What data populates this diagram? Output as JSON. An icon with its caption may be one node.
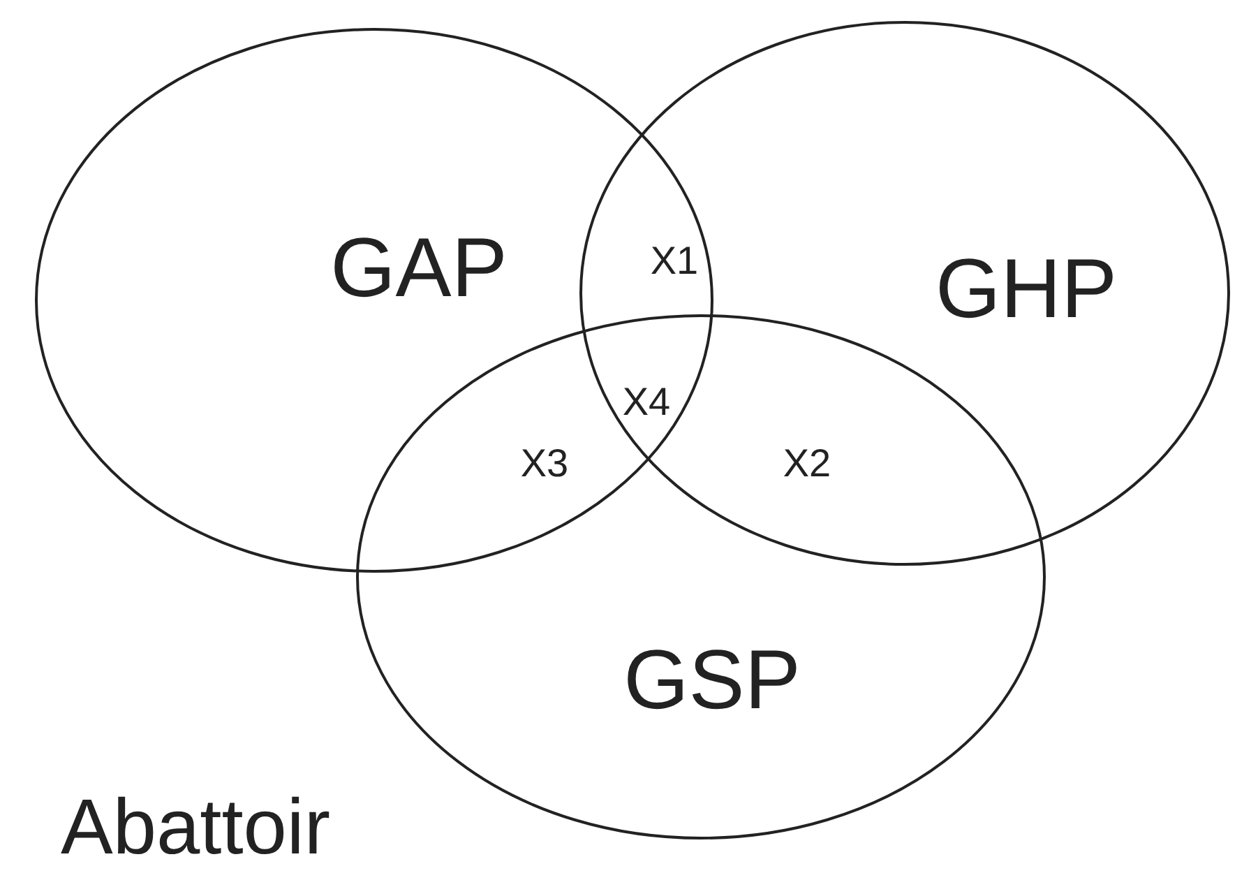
{
  "diagram": {
    "nodes": [
      {
        "text": [
          "GAP"
        ]
      },
      {
        "text": [
          "GHP"
        ]
      },
      {
        "text": [
          "GSP"
        ]
      }
    ],
    "labels": [
      "X1",
      "X4",
      "X3",
      "X2",
      "Abattoir"
    ]
  }
}
